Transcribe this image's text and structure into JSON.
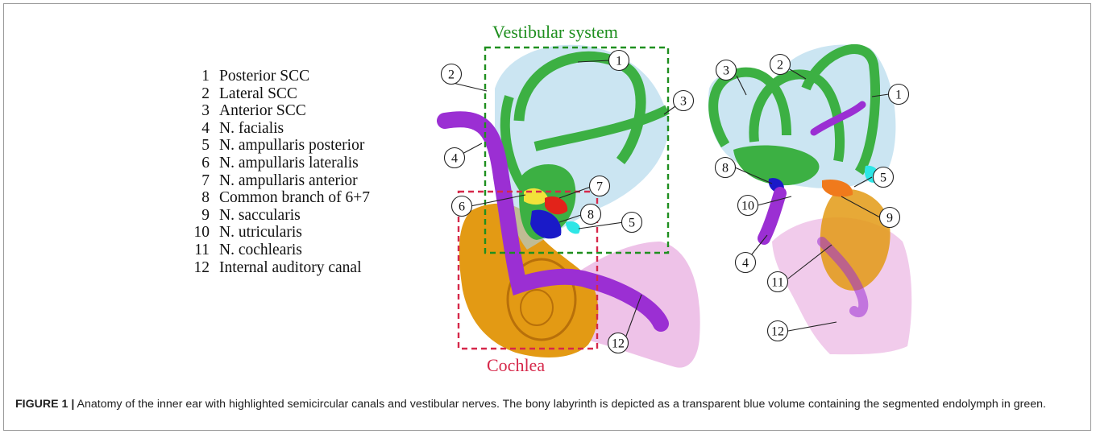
{
  "legend": [
    {
      "num": "1",
      "label": "Posterior SCC"
    },
    {
      "num": "2",
      "label": "Lateral SCC"
    },
    {
      "num": "3",
      "label": "Anterior SCC"
    },
    {
      "num": "4",
      "label": "N. facialis"
    },
    {
      "num": "5",
      "label": "N. ampullaris posterior"
    },
    {
      "num": "6",
      "label": "N. ampullaris lateralis"
    },
    {
      "num": "7",
      "label": "N. ampullaris anterior"
    },
    {
      "num": "8",
      "label": "Common branch of 6+7"
    },
    {
      "num": "9",
      "label": "N. saccularis"
    },
    {
      "num": "10",
      "label": "N. utricularis"
    },
    {
      "num": "11",
      "label": "N. cochlearis"
    },
    {
      "num": "12",
      "label": "Internal auditory canal"
    }
  ],
  "regions": {
    "vestibular": {
      "label": "Vestibular system",
      "color": "#1f8f1f"
    },
    "cochlea": {
      "label": "Cochlea",
      "color": "#d6284a"
    }
  },
  "callouts_left": [
    "1",
    "2",
    "3",
    "4",
    "6",
    "7",
    "8",
    "5",
    "12"
  ],
  "callouts_right": [
    "3",
    "2",
    "1",
    "8",
    "5",
    "10",
    "9",
    "4",
    "11",
    "12"
  ],
  "colors": {
    "endolymph": "#3cb043",
    "bony_labyrinth": "#a9d4ea",
    "cochlea": "#e39a14",
    "facial_nerve": "#9b2fd3",
    "canal": "#e7a8de",
    "n_ampullaris_lateralis": "#f2e23a",
    "n_ampullaris_anterior": "#e2231a",
    "common_branch": "#1a1ac8",
    "n_ampullaris_posterior": "#2ee6e6",
    "n_saccularis": "#f07a1c"
  },
  "caption": {
    "figure": "FIGURE 1 |",
    "text": " Anatomy of the inner ear with highlighted semicircular canals and vestibular nerves. The bony labyrinth is depicted as a transparent blue volume containing the segmented endolymph in green."
  }
}
